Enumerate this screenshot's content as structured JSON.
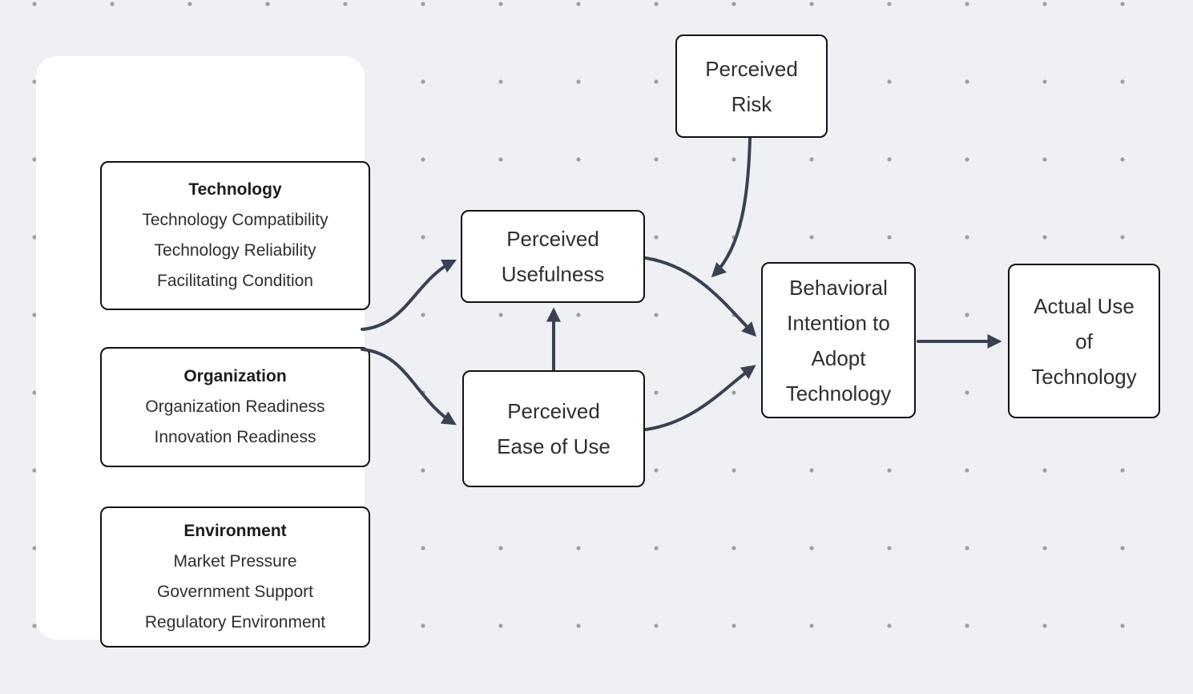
{
  "colors": {
    "background": "#eef0f4",
    "panel_fill": "#ffffff",
    "node_fill": "#ffffff",
    "node_border": "#121212",
    "arrow": "#3a4150",
    "dot": "#9aa0a8",
    "text": "#2e2e2e"
  },
  "panel": {
    "groups": [
      {
        "title": "Technology",
        "items": [
          "Technology Compatibility",
          "Technology Reliability",
          "Facilitating Condition"
        ]
      },
      {
        "title": "Organization",
        "items": [
          "Organization Readiness",
          "Innovation Readiness"
        ]
      },
      {
        "title": "Environment",
        "items": [
          "Market Pressure",
          "Government Support",
          "Regulatory Environment"
        ]
      }
    ]
  },
  "nodes": {
    "perceived_risk": {
      "label": "Perceived Risk",
      "lines": [
        "Perceived",
        "Risk"
      ]
    },
    "perceived_usefulness": {
      "label": "Perceived Usefulness",
      "lines": [
        "Perceived",
        "Usefulness"
      ]
    },
    "perceived_ease_of_use": {
      "label": "Perceived Ease of Use",
      "lines": [
        "Perceived",
        "Ease of Use"
      ]
    },
    "behavioral_intention": {
      "label": "Behavioral Intention to Adopt Technology",
      "lines": [
        "Behavioral",
        "Intention to",
        "Adopt",
        "Technology"
      ]
    },
    "actual_use": {
      "label": "Actual Use of Technology",
      "lines": [
        "Actual Use",
        "of",
        "Technology"
      ]
    }
  },
  "edges": [
    {
      "from": "toe-panel",
      "to": "perceived-usefulness",
      "style": "curved-arrow"
    },
    {
      "from": "toe-panel",
      "to": "perceived-ease-of-use",
      "style": "curved-arrow"
    },
    {
      "from": "perceived-ease-of-use",
      "to": "perceived-usefulness",
      "style": "straight-arrow"
    },
    {
      "from": "perceived-usefulness",
      "to": "behavioral-intention",
      "style": "curved-arrow"
    },
    {
      "from": "perceived-ease-of-use",
      "to": "behavioral-intention",
      "style": "curved-arrow"
    },
    {
      "from": "perceived-risk",
      "to": "behavioral-intention",
      "style": "curved-arrow ending on the perceived-usefulness link"
    },
    {
      "from": "behavioral-intention",
      "to": "actual-use",
      "style": "straight-arrow"
    }
  ]
}
